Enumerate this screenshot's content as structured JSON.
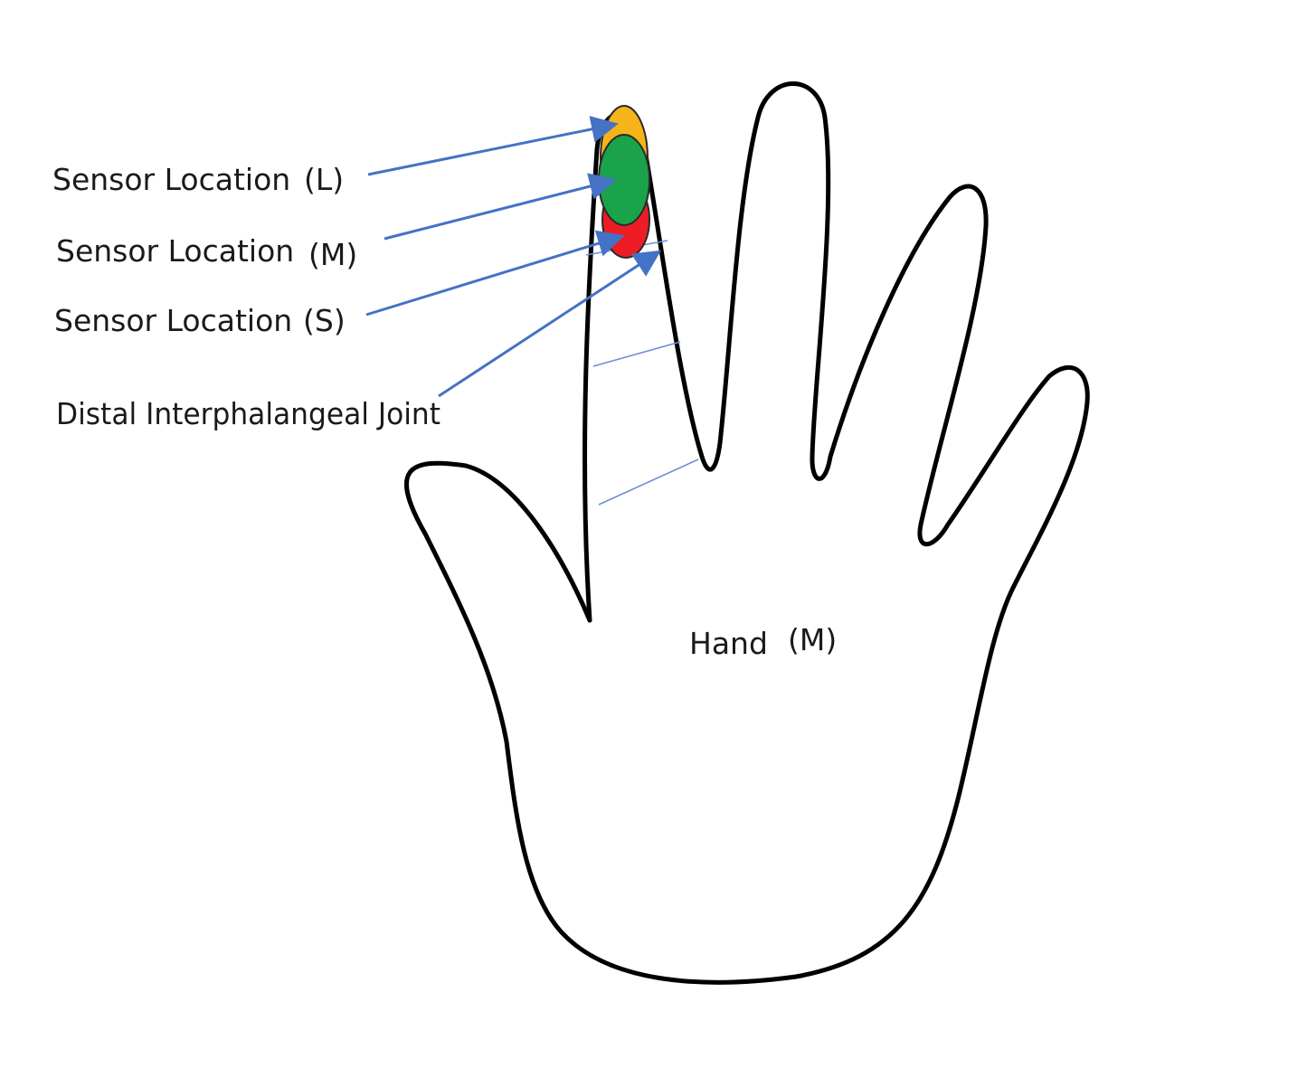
{
  "labels": {
    "sensor_l": "Sensor Location",
    "sensor_l_code": "(L)",
    "sensor_m": "Sensor Location",
    "sensor_m_code": "(M)",
    "sensor_s": "Sensor Location",
    "sensor_s_code": "(S)",
    "dip_joint": "Distal Interphalangeal Joint",
    "hand": "Hand",
    "hand_code": "(M)"
  },
  "colors": {
    "sensor_large": "#f4b41a",
    "sensor_medium": "#1aa34a",
    "sensor_small": "#ee1c24",
    "arrow": "#4472c4",
    "outline": "#000000"
  }
}
